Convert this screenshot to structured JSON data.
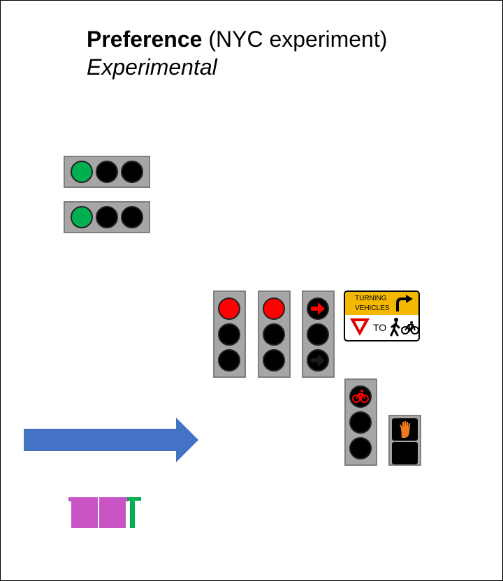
{
  "header": {
    "title_bold": "Preference",
    "title_rest": " (NYC experiment)",
    "subtitle": "Experimental"
  },
  "sign": {
    "line1": "TURNING",
    "line2": "VEHICLES",
    "to": "TO"
  },
  "colors": {
    "green": "#00b050",
    "red": "#ff0000",
    "off": "#000000",
    "housing": "#a6a6a6",
    "arrow": "#4472c4",
    "sign_yellow": "#f5b800",
    "purple": "#c955c5",
    "hand": "#f07820"
  }
}
